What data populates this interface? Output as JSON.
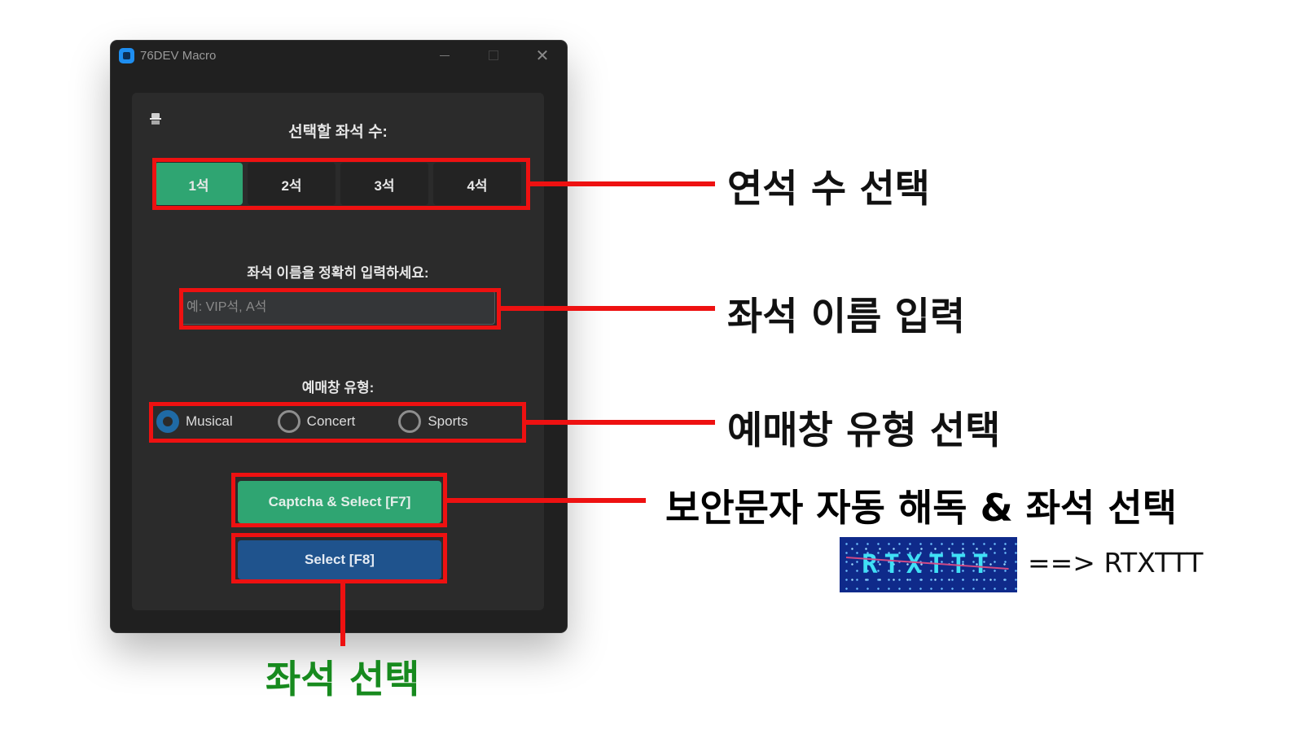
{
  "window": {
    "title": "76DEV Macro",
    "controls": {
      "minimize": "—",
      "maximize": "☐",
      "close": "✕"
    }
  },
  "seats": {
    "label": "선택할 좌석 수:",
    "options": [
      {
        "label": "1석",
        "active": true
      },
      {
        "label": "2석",
        "active": false
      },
      {
        "label": "3석",
        "active": false
      },
      {
        "label": "4석",
        "active": false
      }
    ]
  },
  "seat_name": {
    "label": "좌석 이름을 정확히 입력하세요:",
    "placeholder": "예: VIP석, A석",
    "value": ""
  },
  "booking_type": {
    "label": "예매창 유형:",
    "options": [
      {
        "label": "Musical",
        "checked": true
      },
      {
        "label": "Concert",
        "checked": false
      },
      {
        "label": "Sports",
        "checked": false
      }
    ]
  },
  "buttons": {
    "captcha_select": "Captcha & Select [F7]",
    "select": "Select [F8]"
  },
  "annotations": {
    "seat_count": "연석 수 선택",
    "seat_name": "좌석 이름 입력",
    "booking_type": "예매창 유형 선택",
    "captcha_part1": "보안문자 자동 해독",
    "captcha_part2": "& 좌석 선택",
    "select": "좌석 선택",
    "captcha_sample": "RTXTTT",
    "captcha_result": "==> RTXTTT"
  },
  "colors": {
    "accent_green": "#2fa572",
    "accent_blue": "#1f538d",
    "radio_blue": "#1f6aa5",
    "highlight_red": "#ee1111",
    "annot_blue": "#3a4fd0",
    "annot_green": "#178a1e"
  }
}
